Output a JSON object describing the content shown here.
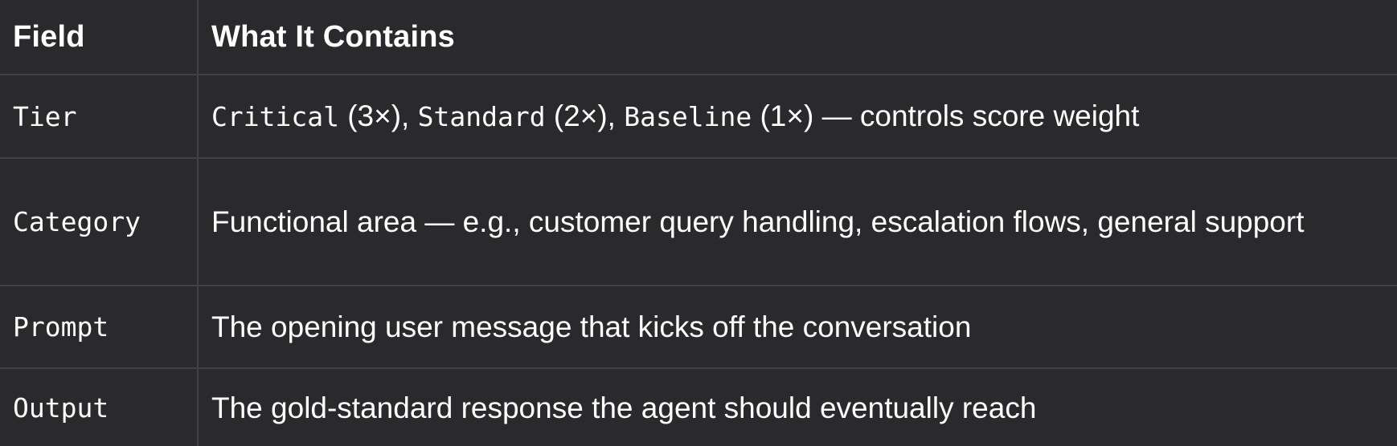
{
  "table": {
    "headers": [
      "Field",
      "What It Contains"
    ],
    "rows": [
      {
        "field": "Tier",
        "contains": {
          "critical": "Critical",
          "critical_weight": " (3×), ",
          "standard": "Standard",
          "standard_weight": " (2×), ",
          "baseline": "Baseline",
          "baseline_weight": " (1×) — controls score weight"
        }
      },
      {
        "field": "Category",
        "contains": "Functional area — e.g., customer query handling, escalation flows, general support"
      },
      {
        "field": "Prompt",
        "contains": "The opening user message that kicks off the conversation"
      },
      {
        "field": "Output",
        "contains": "The gold-standard response the agent should eventually reach"
      }
    ]
  }
}
